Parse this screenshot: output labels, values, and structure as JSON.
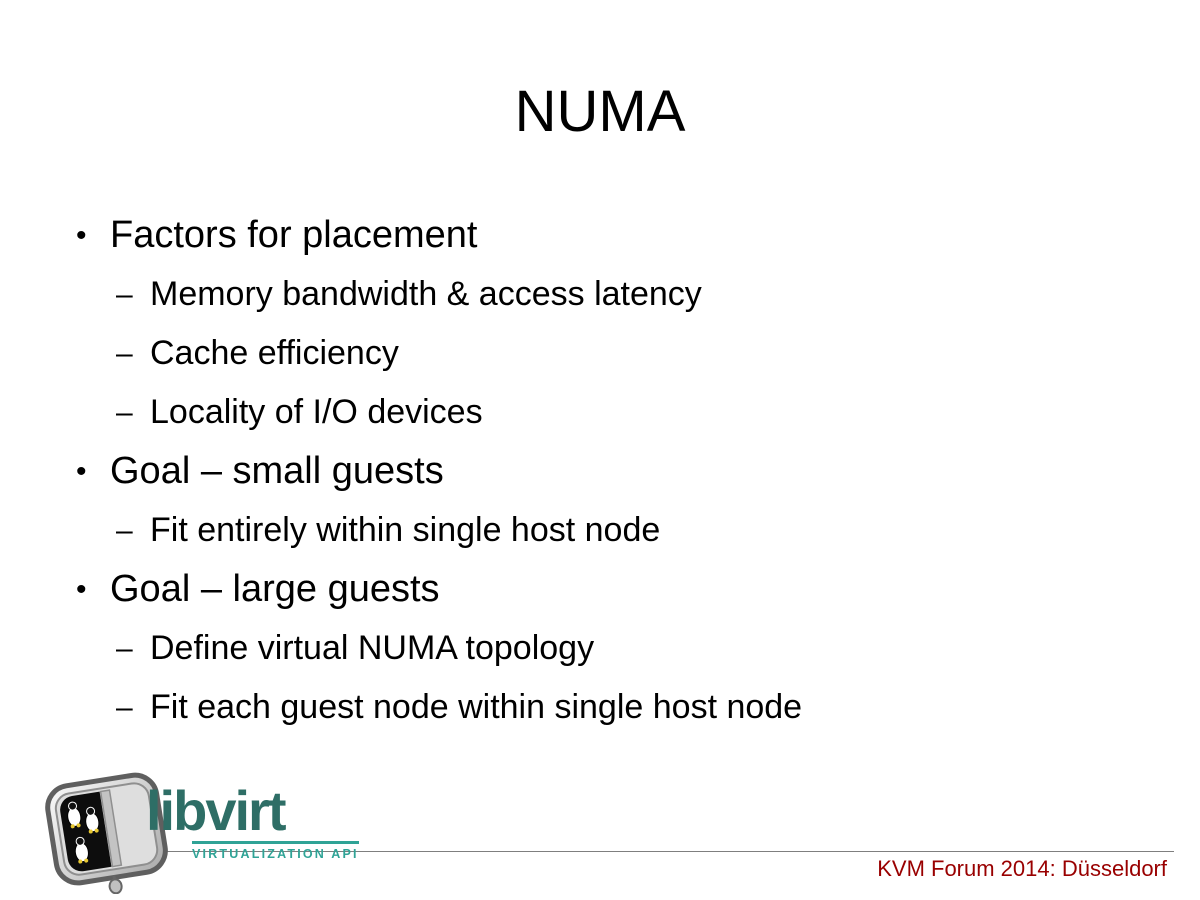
{
  "slide": {
    "title": "NUMA",
    "marker_level1": "•",
    "marker_level2": "–",
    "bullets": [
      {
        "level": 1,
        "text": "Factors for placement"
      },
      {
        "level": 2,
        "text": "Memory bandwidth & access latency"
      },
      {
        "level": 2,
        "text": "Cache efficiency"
      },
      {
        "level": 2,
        "text": "Locality of I/O devices"
      },
      {
        "level": 1,
        "text": "Goal – small guests"
      },
      {
        "level": 2,
        "text": "Fit entirely within single host node"
      },
      {
        "level": 1,
        "text": "Goal – large guests"
      },
      {
        "level": 2,
        "text": "Define virtual NUMA topology"
      },
      {
        "level": 2,
        "text": "Fit each guest node within single host node"
      }
    ]
  },
  "logo": {
    "wordmark": "libvirt",
    "subtitle": "VIRTUALIZATION API",
    "colors": {
      "wordmark": "#2e6e66",
      "subtitle": "#2fa396"
    }
  },
  "footer": {
    "event": "KVM Forum 2014: Düsseldorf",
    "text_color": "#990000",
    "divider_color": "#7f7f7f"
  }
}
